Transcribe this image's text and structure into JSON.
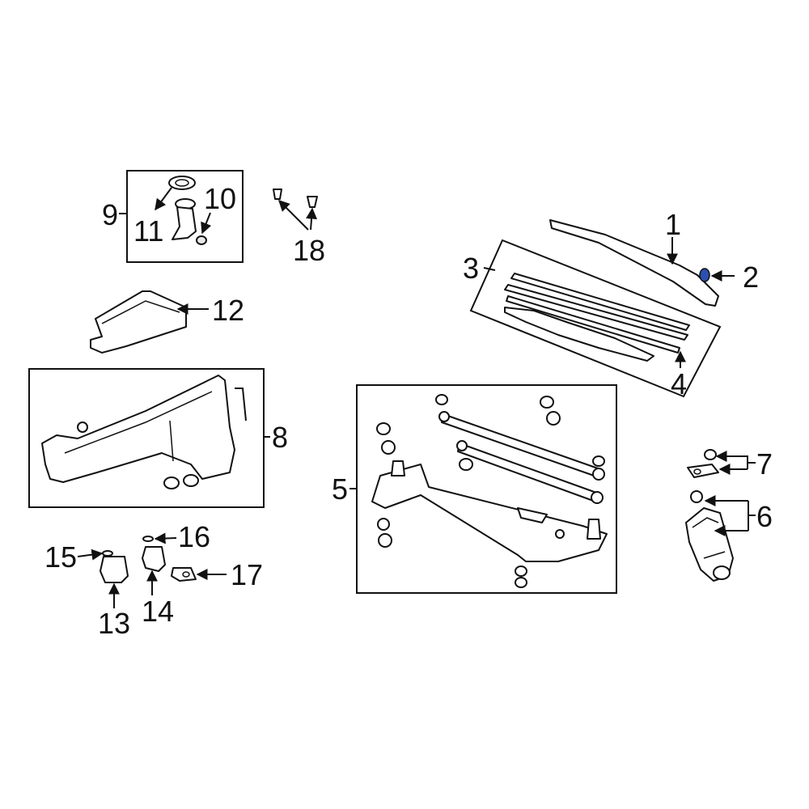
{
  "diagram": {
    "highlight_color": "#2c4fb0",
    "callouts": {
      "c1": "1",
      "c2": "2",
      "c3": "3",
      "c4": "4",
      "c5": "5",
      "c6": "6",
      "c7": "7",
      "c8": "8",
      "c9": "9",
      "c10": "10",
      "c11": "11",
      "c12": "12",
      "c13": "13",
      "c14": "14",
      "c15": "15",
      "c16": "16",
      "c17": "17",
      "c18": "18"
    }
  }
}
